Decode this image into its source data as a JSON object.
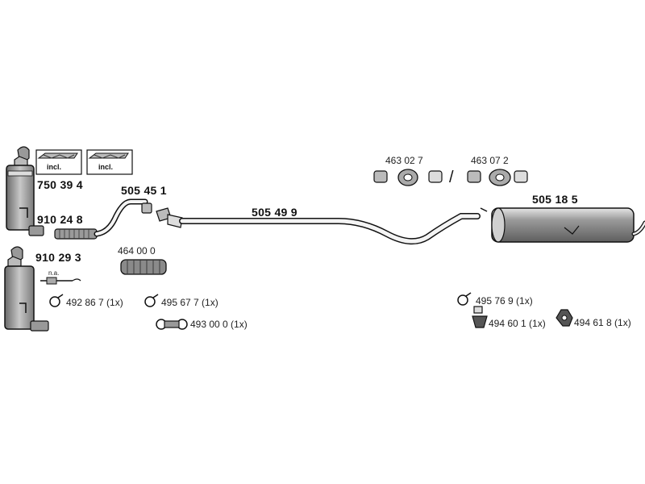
{
  "parts": {
    "p750394": "750 39 4",
    "p910248": "910 24 8",
    "p910293": "910 29 3",
    "p505451": "505 45 1",
    "p464000": "464 00 0",
    "p505499": "505 49 9",
    "p463027": "463 02 7",
    "p463072": "463 07 2",
    "p505185": "505 18 5",
    "p492867": "492 86 7 (1x)",
    "p495677": "495 67 7 (1x)",
    "p493000": "493 00 0 (1x)",
    "p495769": "495 76 9 (1x)",
    "p494601": "494 60 1 (1x)",
    "p494618": "494 61 8 (1x)"
  },
  "notes": {
    "incl_1": "incl.",
    "incl_2": "incl.",
    "na": "n.a.",
    "slash": "/"
  },
  "colors": {
    "line": "#111111",
    "fill_dark": "#8a8a8a",
    "fill_mid": "#b5b5b5",
    "fill_light": "#dcdcdc"
  }
}
